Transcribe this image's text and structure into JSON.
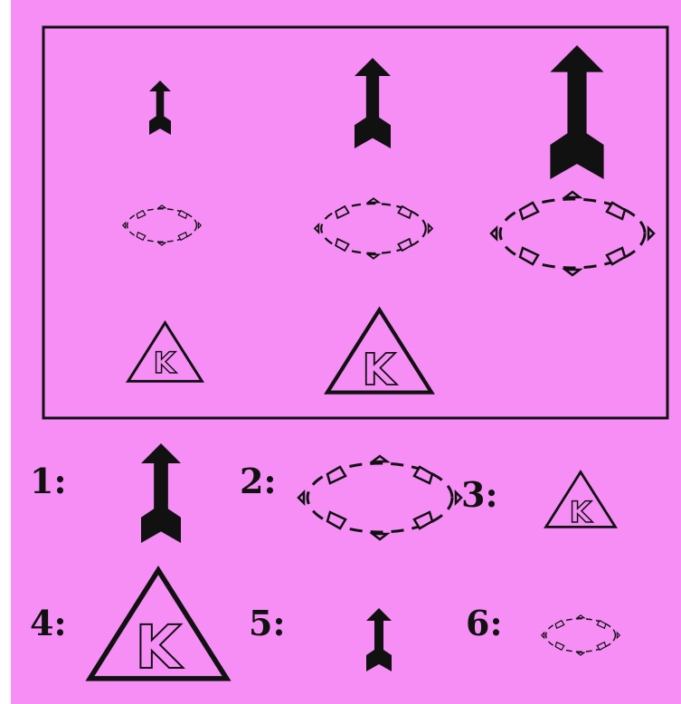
{
  "colors": {
    "background": "#f68ef6",
    "outer_margin": "#ffffff",
    "ink": "#111111"
  },
  "puzzle": {
    "grid_rows": [
      {
        "row": "arrows",
        "cells": [
          "small-arrow",
          "medium-arrow",
          "large-arrow"
        ]
      },
      {
        "row": "ovals",
        "cells": [
          "small-oval",
          "medium-oval",
          "large-oval"
        ]
      },
      {
        "row": "triangles",
        "cells": [
          "small-triangle",
          "medium-triangle",
          "empty"
        ]
      }
    ],
    "triangle_letter": "K"
  },
  "options": [
    {
      "label": "1:",
      "figure": "medium-arrow"
    },
    {
      "label": "2:",
      "figure": "large-oval"
    },
    {
      "label": "3:",
      "figure": "small-triangle"
    },
    {
      "label": "4:",
      "figure": "large-triangle"
    },
    {
      "label": "5:",
      "figure": "small-arrow"
    },
    {
      "label": "6:",
      "figure": "small-oval"
    }
  ]
}
